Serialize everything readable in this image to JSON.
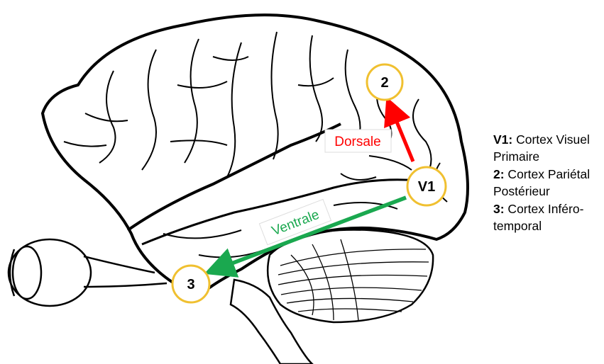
{
  "diagram": {
    "nodes": {
      "v1": {
        "label": "V1"
      },
      "n2": {
        "label": "2"
      },
      "n3": {
        "label": "3"
      }
    },
    "paths": {
      "dorsal": {
        "label": "Dorsale",
        "color": "#ff0000"
      },
      "ventral": {
        "label": "Ventrale",
        "color": "#1aa84f"
      }
    },
    "node_ring_color": "#f0c030"
  },
  "legend": {
    "items": [
      {
        "key": "V1:",
        "text": " Cortex Visuel Primaire"
      },
      {
        "key": "2:",
        "text": " Cortex Pariétal Postérieur"
      },
      {
        "key": "3:",
        "text": " Cortex Inféro-temporal"
      }
    ]
  }
}
